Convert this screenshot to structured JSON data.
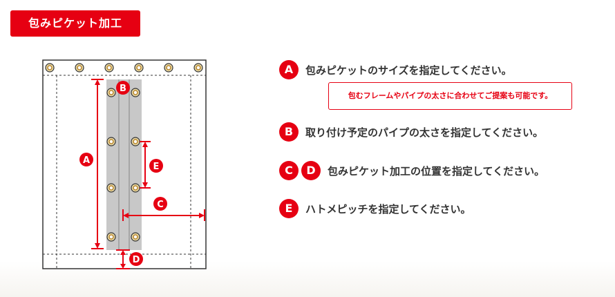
{
  "title": "包みピケット加工",
  "diagram": {
    "labels": {
      "a": "A",
      "b": "B",
      "c": "C",
      "d": "D",
      "e": "E"
    }
  },
  "instructions": [
    {
      "badges": [
        "A"
      ],
      "text": "包みピケットのサイズを指定してください。"
    },
    {
      "badges": [
        "B"
      ],
      "text": "取り付け予定のパイプの太さを指定してください。"
    },
    {
      "badges": [
        "C",
        "D"
      ],
      "text": "包みピケット加工の位置を指定してください。"
    },
    {
      "badges": [
        "E"
      ],
      "text": "ハトメピッチを指定してください。"
    }
  ],
  "note": "包むフレームやパイプの太さに合わせてご提案も可能です。",
  "colors": {
    "accent": "#e60012",
    "strip": "#c8c8c8",
    "grommet": "#b8862b",
    "line": "#333333"
  }
}
